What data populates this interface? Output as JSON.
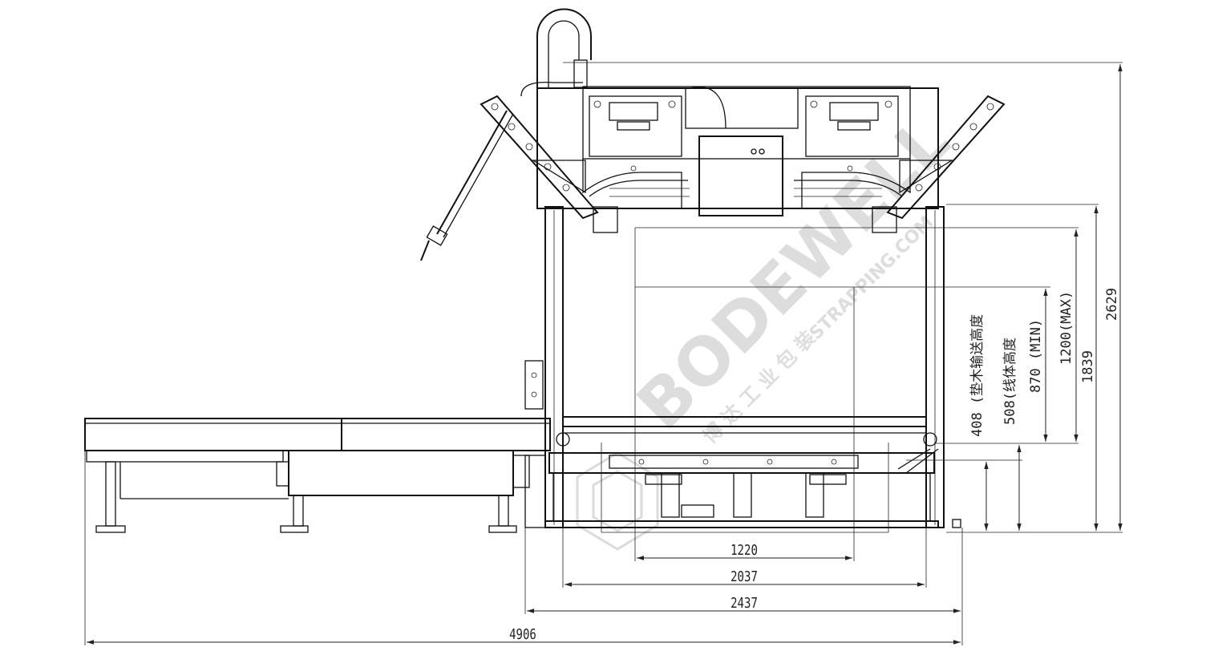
{
  "watermark": {
    "brand": "BODEWELL",
    "sub_en": "STRAPPING.COM",
    "sub_cn": "博 达 工 业 包 装"
  },
  "dimensions": {
    "horizontal": [
      "1220",
      "2037",
      "2437",
      "4906"
    ],
    "vertical": [
      "408 (垫木输送高度",
      "508(线体高度",
      "870 (MIN)",
      "1200(MAX)",
      "1839",
      "2629"
    ]
  }
}
